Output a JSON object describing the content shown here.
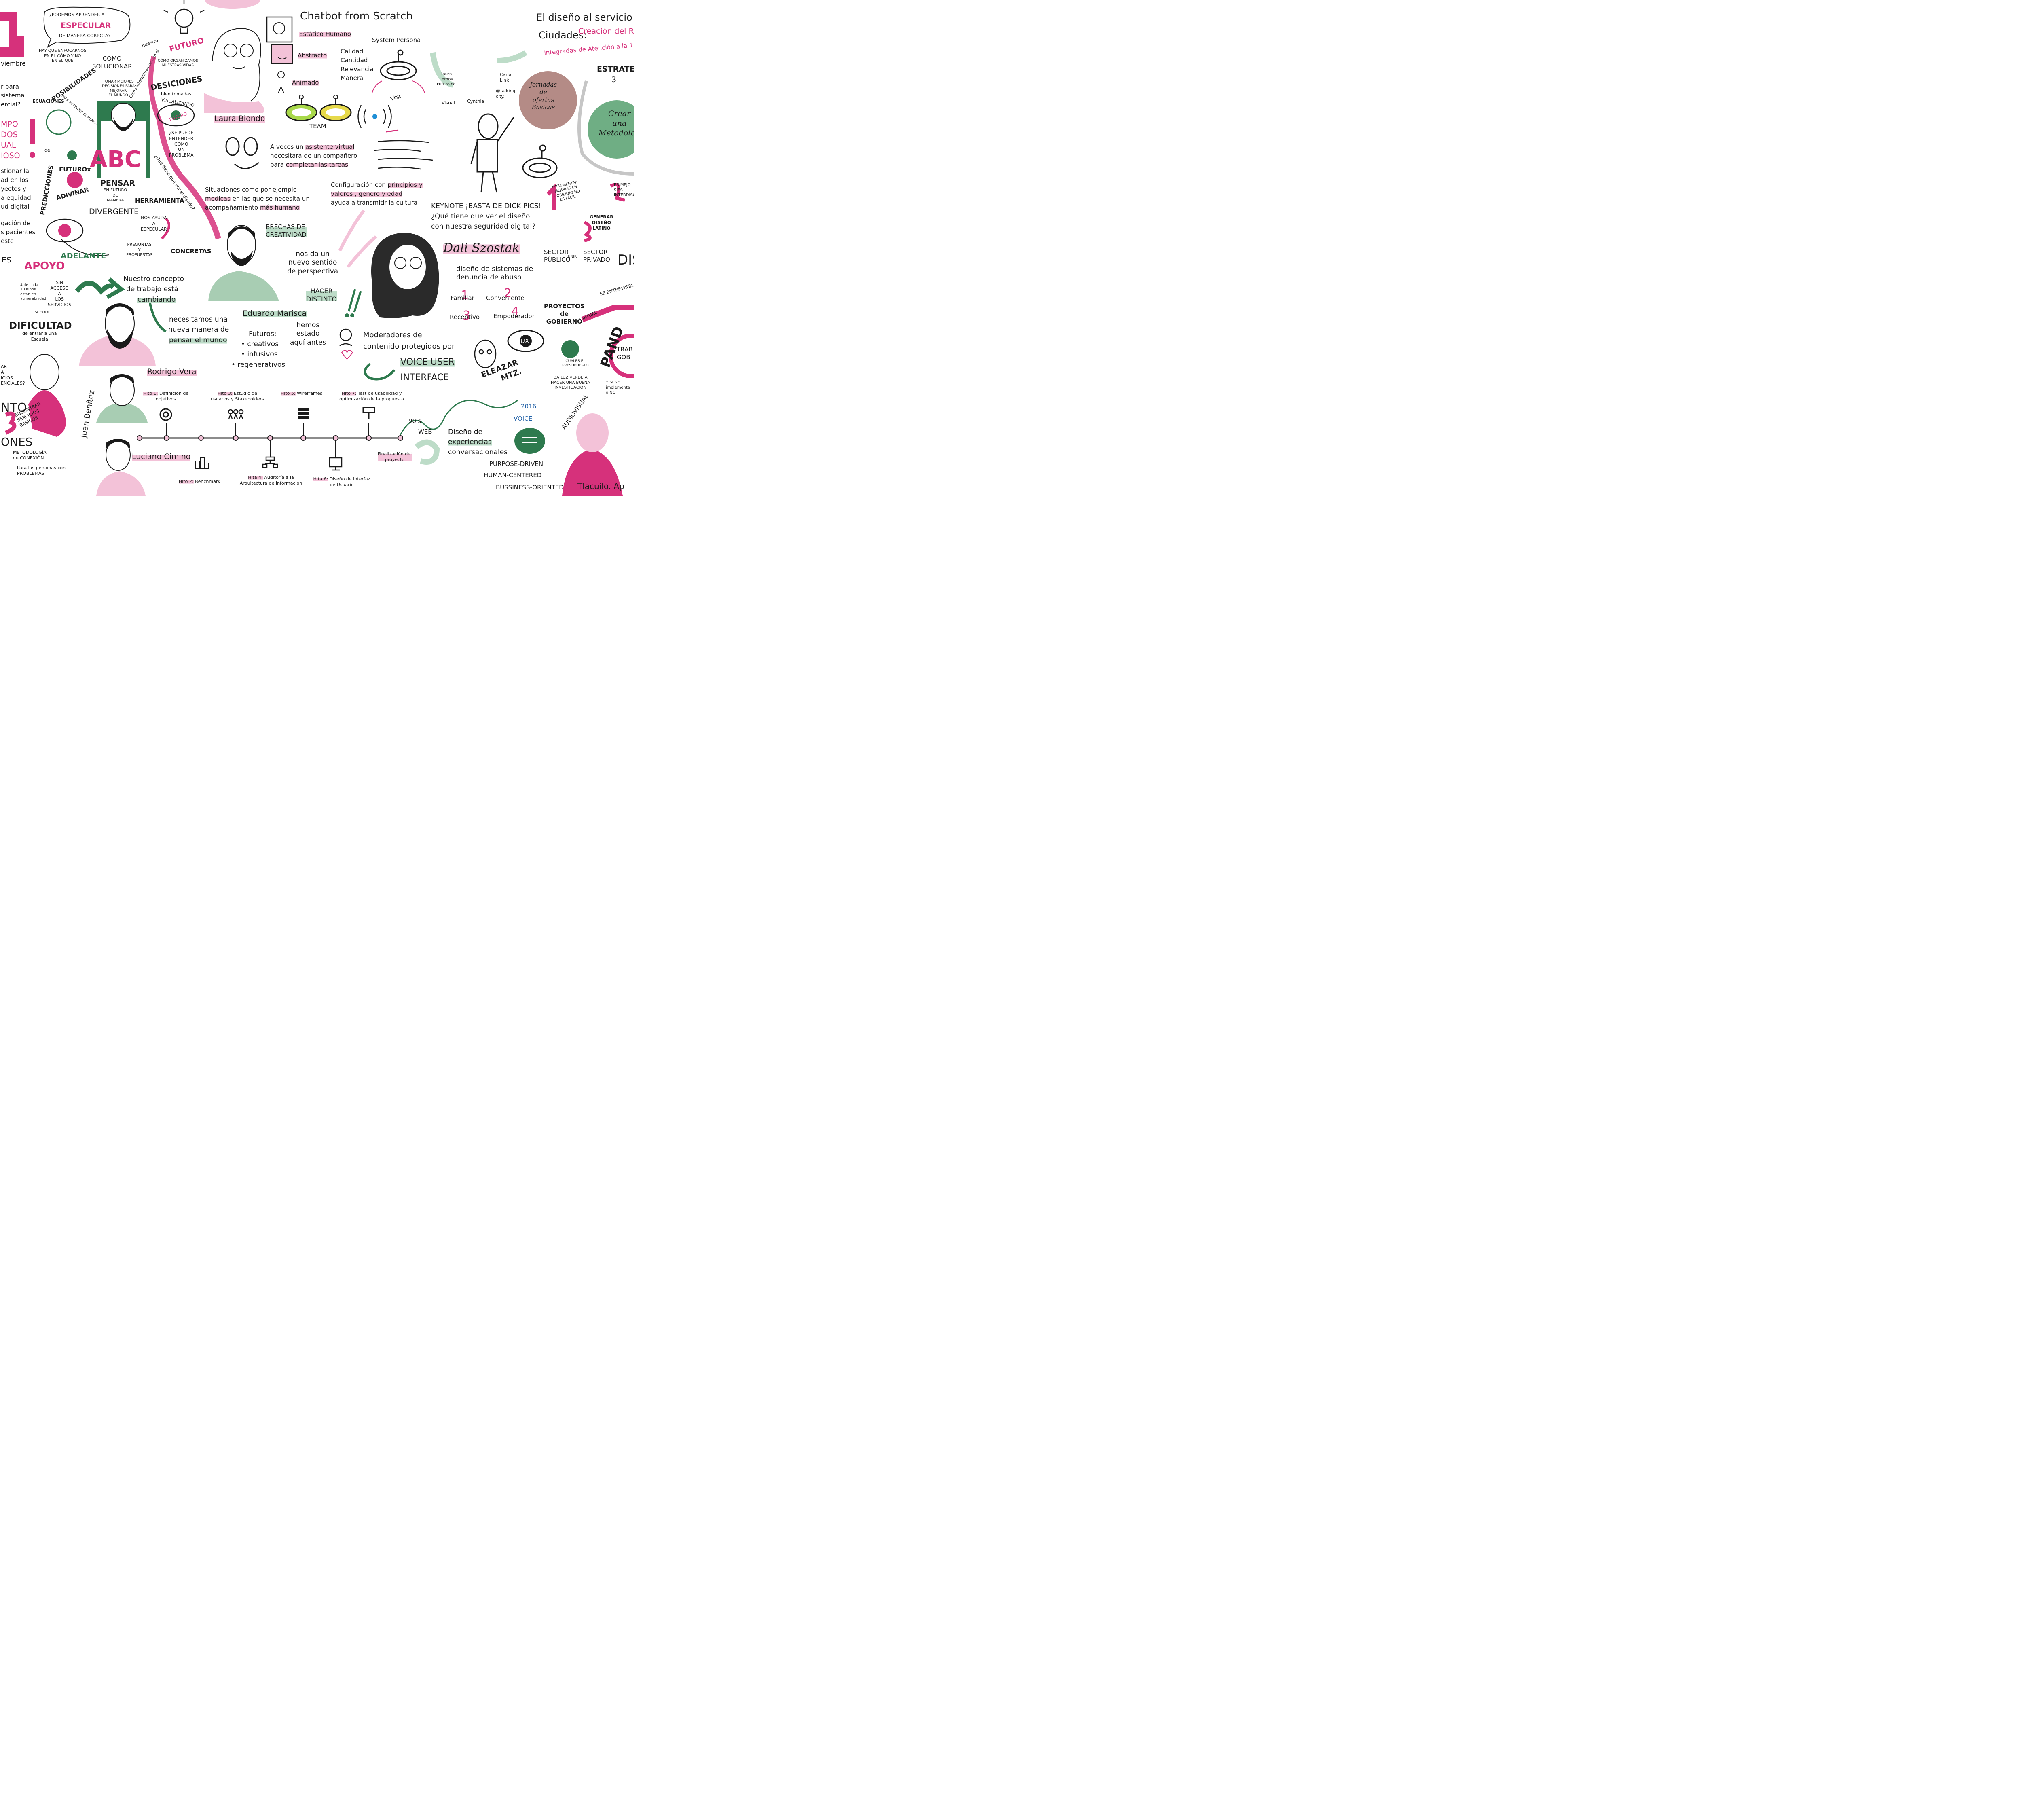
{
  "left_column": {
    "month": "viembre",
    "lines": [
      "r para",
      "sistema",
      "ercial?"
    ],
    "pink_words": [
      "MPO",
      "DOS",
      "UAL",
      "IOSO"
    ],
    "lines2": [
      "stionar la",
      "ad en los",
      "yectos y",
      "a equidad",
      "ud digital"
    ],
    "lines3": [
      "gación de",
      "s pacientes",
      "este"
    ],
    "es": "ES",
    "apoyo": "APOYO",
    "sin_acceso": "SIN\nACCESO\nA\nLOS\nSERVICIOS",
    "ninos": "4 de cada\n10 niños\nestán en\nvulnerabilidad",
    "school": "SCHOOL",
    "dificultad": "DIFICULTAD",
    "dificultad_sub": "de entrar a una\nEscuela",
    "ar": "AR\nA\nICIOS\nENCIALES?",
    "nto": "NTO",
    "encontrar": "ENCONTRAR\nSERVICIOS\nBÁSICOS",
    "ones": "ONES",
    "metodologia": "METODOLOGÍA\nde CONEXIÓN",
    "personas": "Para las personas con\nPROBLEMAS"
  },
  "especular": {
    "bubble": "¿PODEMOS APRENDER A",
    "big": "ESPECULAR",
    "tail": "DE MANERA CORRCTA?",
    "enfocarnos": "HAY QUE ENFOCARNOS\nEN EL CÓMO Y NO\nEN EL QUE",
    "como_solucionar": "COMO\nSOLUCIONAR",
    "tomar": "TOMAR MEJORES\nDECISIONES PARA\nMEJORAR\nEL MUNDO",
    "nuestro": "nuestro",
    "futuro": "FUTURO",
    "organizamos": "CÓMO ORGANIZAMOS\nNUESTRAS VIDAS",
    "desiciones": "DESICIONES",
    "bien_tomadas": "bien tomadas",
    "posibilidades": "POSIBILIDADES",
    "ecuaciones": "ECUACIONES",
    "para_entender": "PARA ENTENDER EL MUNDO",
    "visualizando": "VISUALIZANDO",
    "futuro2": "FUTURO",
    "se_puede": "¿SE PUEDE\nENTENDER\nCOMO\nUN\nPROBLEMA",
    "que_tiene": "¿Qué tiene que ver el diseño?",
    "como_interactuamos": "Como interactuamos con el",
    "de": "de",
    "futurox": "FUTUROx",
    "adivinar": "ADIVINAR",
    "predicciones": "PREDICCIONES",
    "abc": "ABC",
    "pensar": "PENSAR",
    "pensar_sub": "EN FUTURO\nDE\nMANERA",
    "herramienta": "HERRAMIENTA",
    "divergente": "DIVERGENTE",
    "nos_ayuda": "NOS AYUDA\nA\nESPECULAR",
    "adelante": "ADELANTE",
    "preguntas": "PREGUNTAS\nY\nPROPUESTAS",
    "concretas": "CONCRETAS"
  },
  "chatbot": {
    "title": "Chatbot from Scratch",
    "estatico": "Estático Humano",
    "abstracto": "Abstracto",
    "animado": "Animado",
    "calidad": "Calidad",
    "cantidad": "Cantidad",
    "relevancia": "Relevancia",
    "manera": "Manera",
    "system_persona": "System Persona",
    "voz": "Voz",
    "visual": "Visual",
    "team": "TEAM",
    "laura": "Laura Biondo",
    "asistente_1": "A veces un",
    "asistente_2": "asistente virtual",
    "asistente_3": "necesitara de un compañero",
    "asistente_4": "para",
    "asistente_5": "completar las tareas",
    "situaciones_1": "Situaciones como por ejemplo",
    "situaciones_2": "medicas",
    "situaciones_3": "en las que se necesita un",
    "situaciones_4": "acompañamiento",
    "situaciones_5": "más humano",
    "config_1": "Configuración con",
    "config_2": "principios y",
    "config_3": "valores , genero y edad",
    "config_4": "ayuda a transmitir la cultura"
  },
  "eduardo": {
    "brechas": "BRECHAS DE\nCREATIVIDAD",
    "sentido": "nos da un\nnuevo sentido\nde perspectiva",
    "hacer": "HACER\nDISTINTO",
    "name": "Eduardo Marisca",
    "hemos": "hemos\nestado\naquí antes",
    "futuros": "Futuros:",
    "creativos": "• creativos",
    "infusivos": "• infusivos",
    "regenerativos": "• regenerativos",
    "concepto_1": "Nuestro concepto",
    "concepto_2": "de trabajo está",
    "concepto_3": "cambiando",
    "manera_1": "necesitamos una",
    "manera_2": "nueva manera de",
    "manera_3": "pensar el mundo",
    "rodrigo": "Rodrigo Vera"
  },
  "dali": {
    "keynote": "KEYNOTE ¡BASTA DE DICK PICS!",
    "q1": "¿Qué tiene que ver el diseño",
    "q2": "con nuestra seguridad digital?",
    "name": "Dali Szostak",
    "diseno": "diseño de sistemas de\ndenuncia de abuso",
    "familiar": "Familiar",
    "conveniente": "Conveniente",
    "receptivo": "Receptivo",
    "empoderador": "Empoderador",
    "n1": "1",
    "n2": "2",
    "n3": "3",
    "n4": "4",
    "moderadores_1": "Moderadores de",
    "moderadores_2": "contenido protegidos por",
    "voice_1": "VOICE USER",
    "voice_2": "INTERFACE",
    "ux": "UX",
    "eleazar": "ELEAZAR\nMTZ."
  },
  "right": {
    "title_1": "El diseño al servicio de",
    "title_2": "Ciudades:",
    "title_3": "Creación del R",
    "title_4": "Integradas de Atención a la 1",
    "laura_lemos": "Laura\nLemos\nFuturo.co",
    "cynthia": "Cynthia",
    "carla": "Carla\nLink",
    "talking": "@talking\ncity.",
    "jornadas": "Jornadas\nde\nofertas\nBasicas",
    "estrategia": "ESTRATEGI",
    "tres": "3",
    "crear": "Crear\nuna\nMetodolog",
    "implementar": "IMPLEMENTAR\nMEJORAS EN\nGOBIERNO NO\nES FÁCIL",
    "es_mejor": "ES MEJO\nSIES\nINTERDISC",
    "generar": "GENERAR\nDISEÑO\nLATINO",
    "sector_publico": "SECTOR\nPÚBLICO",
    "unir": "UNIR",
    "sector_privado": "SECTOR\nPRIVADO",
    "dis": "DIS",
    "se_entrevista": "SE ENTREVISTA",
    "proyectos": "PROYECTOS\nde\nGOBIERNO",
    "virtual": "VIRTUAL",
    "pand": "PAND",
    "trab": "TRAB\nGOB",
    "cuales": "CUALES EL\nPRESUPUESTO",
    "da_luz": "DA LUZ VERDE A\nHACER UNA BUENA\nINVESTIGACION",
    "y_si": "Y SI SE\nimplementa\no NO",
    "audiovisual": "AUDIOVISUAL",
    "y2016": "2016",
    "voice": "VOICE",
    "nineties": "90's",
    "web": "WEB",
    "disenio_1": "Diseño de",
    "disenio_2": "experiencias",
    "disenio_3": "conversacionales",
    "purpose": "PURPOSE-DRIVEN",
    "human": "HUMAN-CENTERED",
    "business": "BUSSINESS-ORIENTED",
    "tlacuilo": "Tlacuilo. Ap"
  },
  "timeline": {
    "juan": "Juan Benítez",
    "luciano": "Luciano Cimino",
    "hito1_tag": "Hito 1:",
    "hito1": "Definición de\nobjetivos",
    "hito2_tag": "Hito 2:",
    "hito2": "Benchmark",
    "hito3_tag": "Hito 3:",
    "hito3": "Estudio de\nusuarios y Stakeholders",
    "hito4_tag": "Hita 4:",
    "hito4": "Auditoría a la\nArquitectura de información",
    "hito5_tag": "Hito 5:",
    "hito5": "Wireframes",
    "hito6_tag": "Hita 6:",
    "hito6": "Diseño de Interfaz\nde Usuario",
    "hito7_tag": "Hito 7:",
    "hito7": "Test de usabilidad y\noptimización de la propuesta",
    "final": "Finalización del\nproyecto"
  },
  "colors": {
    "magenta": "#d6317b",
    "pink": "#f3c2d8",
    "green": "#2e7a4e",
    "light_green": "#bddcc8",
    "brown": "#b48b86",
    "blue": "#1f5fa6"
  }
}
